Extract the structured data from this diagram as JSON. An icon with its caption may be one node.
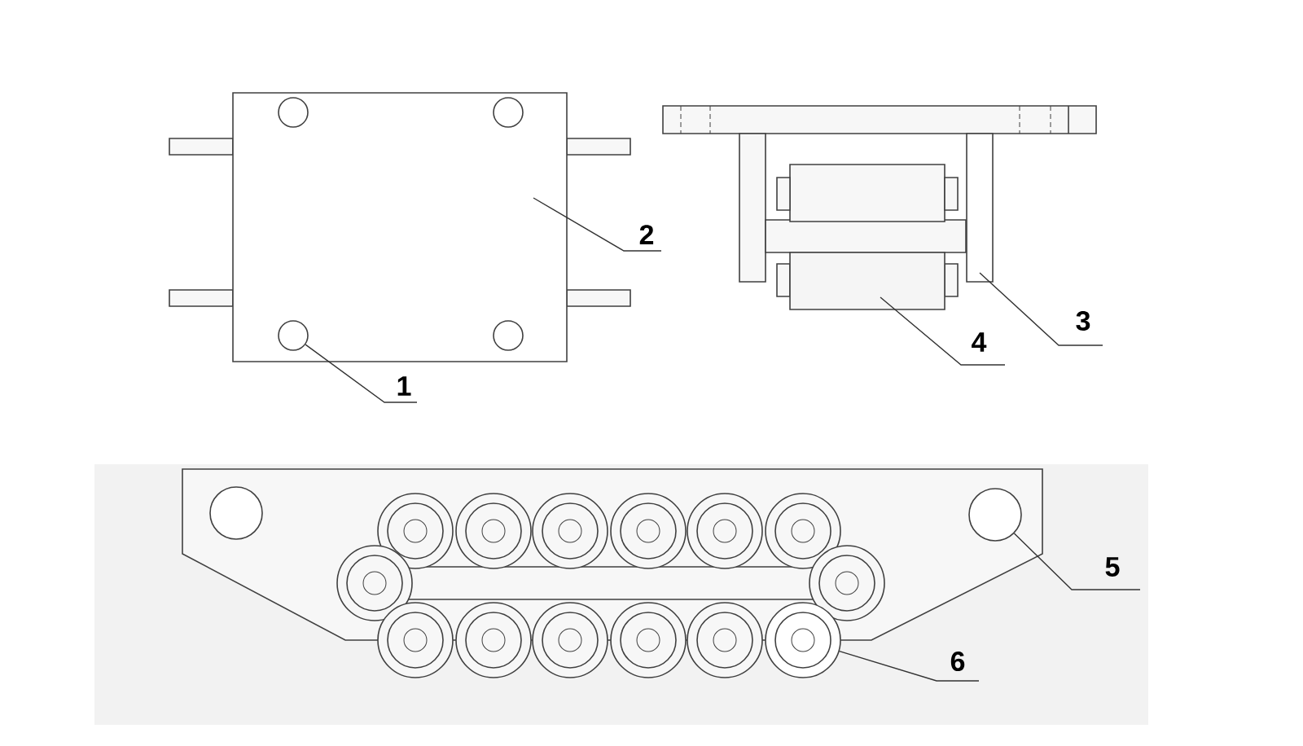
{
  "diagram": {
    "nodes": [
      {
        "text": [],
        "shape": "box"
      },
      {
        "text": [],
        "shape": "circle",
        "in": 0
      },
      {
        "text": [
          "1"
        ]
      },
      {
        "text": [
          "2"
        ]
      },
      {
        "text": [],
        "shape": "box"
      },
      {
        "text": [],
        "shape": "cylinder"
      },
      {
        "text": [
          "3"
        ]
      },
      {
        "text": [
          "4"
        ]
      },
      {
        "text": [],
        "shape": "circle"
      },
      {
        "text": [],
        "shape": "circle"
      },
      {
        "text": [
          "5"
        ]
      },
      {
        "text": [
          "6"
        ]
      }
    ],
    "edges": [
      {
        "from": 2,
        "to": 1,
        "arrow": "none"
      },
      {
        "from": 3,
        "to": 0,
        "arrow": "none"
      },
      {
        "from": 6,
        "to": 4,
        "arrow": "none"
      },
      {
        "from": 7,
        "to": 5,
        "arrow": "none"
      },
      {
        "from": 10,
        "to": 8,
        "arrow": "none"
      },
      {
        "from": 11,
        "to": 9,
        "arrow": "none"
      }
    ]
  }
}
